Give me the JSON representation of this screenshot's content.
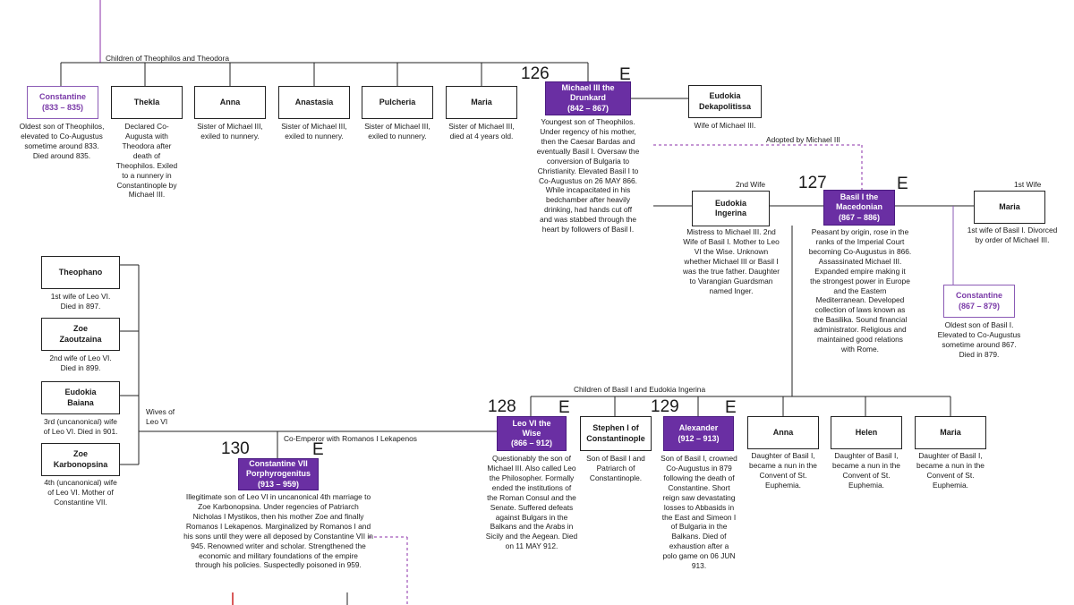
{
  "labels": {
    "children_theophilos": "Children of Theophilos and Theodora",
    "adopted": "Adopted by Michael III",
    "second_wife": "2nd Wife",
    "first_wife": "1st Wife",
    "children_basil": "Children of Basil I and Eudokia Ingerina",
    "wives_leo": "Wives of\nLeo VI",
    "coemperor": "Co-Emperor with Romanos I Lekapenos"
  },
  "numbers": {
    "n126": "126",
    "n127": "127",
    "n128": "128",
    "n129": "129",
    "n130": "130"
  },
  "emperor_mark": "E",
  "people": {
    "constantine833": {
      "name": "Constantine\n(833 – 835)",
      "desc": "Oldest son of Theophilos,\nelevated to Co-Augustus\nsometime around 833.\nDied around 835."
    },
    "thekla": {
      "name": "Thekla",
      "desc": "Declared Co-\nAugusta with\nTheodora after\ndeath of\nTheophilos.  Exiled\nto a nunnery in\nConstantinople  by\nMichael III."
    },
    "anna1": {
      "name": "Anna",
      "desc": "Sister of Michael III,\nexiled to nunnery."
    },
    "anastasia": {
      "name": "Anastasia",
      "desc": "Sister of Michael III,\nexiled to nunnery."
    },
    "pulcheria": {
      "name": "Pulcheria",
      "desc": "Sister of Michael III,\nexiled to nunnery."
    },
    "maria1": {
      "name": "Maria",
      "desc": "Sister of Michael III,\ndied at 4 years old."
    },
    "michael3": {
      "name": "Michael III the\nDrunkard\n(842 – 867)",
      "desc": "Youngest son of Theophilos.\nUnder regency of his mother,\nthen the Caesar Bardas and\neventually Basil I.  Oversaw the\nconversion of Bulgaria to\nChristianity.  Elevated Basil I to\nCo-Augustus on 26 MAY 866.\nWhile incapacitated in his\nbedchamber after heavily\ndrinking, had hands cut off\nand was stabbed through the\nheart by followers of Basil I."
    },
    "eudokia_dek": {
      "name": "Eudokia\nDekapolitissa",
      "desc": "Wife of Michael III."
    },
    "eudokia_ing": {
      "name": "Eudokia\nIngerina",
      "desc": "Mistress to Michael III.  2nd\nWife of Basil I.  Mother to Leo\nVI the Wise.  Unknown\nwhether Michael III or Basil I\nwas the true father.  Daughter\nto Varangian Guardsman\nnamed Inger."
    },
    "basil1": {
      "name": "Basil I the\nMacedonian\n(867 – 886)",
      "desc": "Peasant by origin, rose in the\nranks of the Imperial Court\nbecoming Co-Augustus in 866.\nAssassinated Michael III.\nExpanded empire making it\nthe strongest power in Europe\nand the Eastern\nMediterranean.  Developed\ncollection of laws known as\nthe Basilika.  Sound financial\nadministrator.  Religious and\nmaintained good relations\nwith Rome."
    },
    "maria_w1": {
      "name": "Maria",
      "desc": "1st wife of Basil I.  Divorced\nby order of Michael III."
    },
    "constantine867": {
      "name": "Constantine\n(867 – 879)",
      "desc": "Oldest son of Basil I.\nElevated to Co-Augustus\nsometime around 867.\nDied in 879."
    },
    "theophano": {
      "name": "Theophano",
      "desc": "1st wife of Leo VI.\nDied in 897."
    },
    "zoe_z": {
      "name": "Zoe\nZaoutzaina",
      "desc": "2nd wife of Leo VI.\nDied in 899."
    },
    "eudokia_b": {
      "name": "Eudokia\nBaiana",
      "desc": "3rd (uncanonical) wife\nof Leo VI.  Died in 901."
    },
    "zoe_k": {
      "name": "Zoe\nKarbonopsina",
      "desc": "4th (uncanonical) wife\nof Leo VI.  Mother of\nConstantine VII."
    },
    "leo6": {
      "name": "Leo VI the\nWise\n(866 – 912)",
      "desc": "Questionably the son of\nMichael III.  Also called Leo\nthe Philosopher.  Formally\nended the institutions of\nthe Roman Consul and the\nSenate.  Suffered defeats\nagainst Bulgars in the\nBalkans and the Arabs in\nSicily and the Aegean.  Died\non 11 MAY 912."
    },
    "stephen": {
      "name": "Stephen I of\nConstantinople",
      "desc": "Son of Basil I and\nPatriarch of\nConstantinople."
    },
    "alexander": {
      "name": "Alexander\n(912 – 913)",
      "desc": "Son of Basil I, crowned\nCo-Augustus in 879\nfollowing the death of\nConstantine.  Short\nreign saw devastating\nlosses to Abbasids in\nthe East and Simeon I\nof Bulgaria in the\nBalkans.  Died of\nexhaustion after a\npolo game on 06 JUN\n913."
    },
    "anna2": {
      "name": "Anna",
      "desc": "Daughter of Basil I,\nbecame a nun in the\nConvent of St.\nEuphemia."
    },
    "helen": {
      "name": "Helen",
      "desc": "Daughter of Basil I,\nbecame a nun in the\nConvent of St.\nEuphemia."
    },
    "maria2": {
      "name": "Maria",
      "desc": "Daughter of Basil I,\nbecame a nun in the\nConvent of St.\nEuphemia."
    },
    "constantine7": {
      "name": "Constantine VII\nPorphyrogenitus\n(913 – 959)",
      "desc": "Illegitimate son of Leo VI in uncanonical 4th marriage to\nZoe Karbonopsina.  Under regencies of Patriarch\nNicholas I Mystikos, then his mother Zoe and finally\nRomanos I Lekapenos.  Marginalized by Romanos I and\nhis sons until they were all deposed by Constantine VII in\n945.  Renowned writer and scholar.  Strengthened the\neconomic and military foundations of the empire\nthrough his policies.  Suspectedly poisoned in 959."
    }
  },
  "colors": {
    "emperor_fill": "#6a2fa3",
    "coemperor_text": "#7a3aa8",
    "dashed_link": "#8b2fa8",
    "line": "#222222",
    "red_line": "#cc2222"
  }
}
